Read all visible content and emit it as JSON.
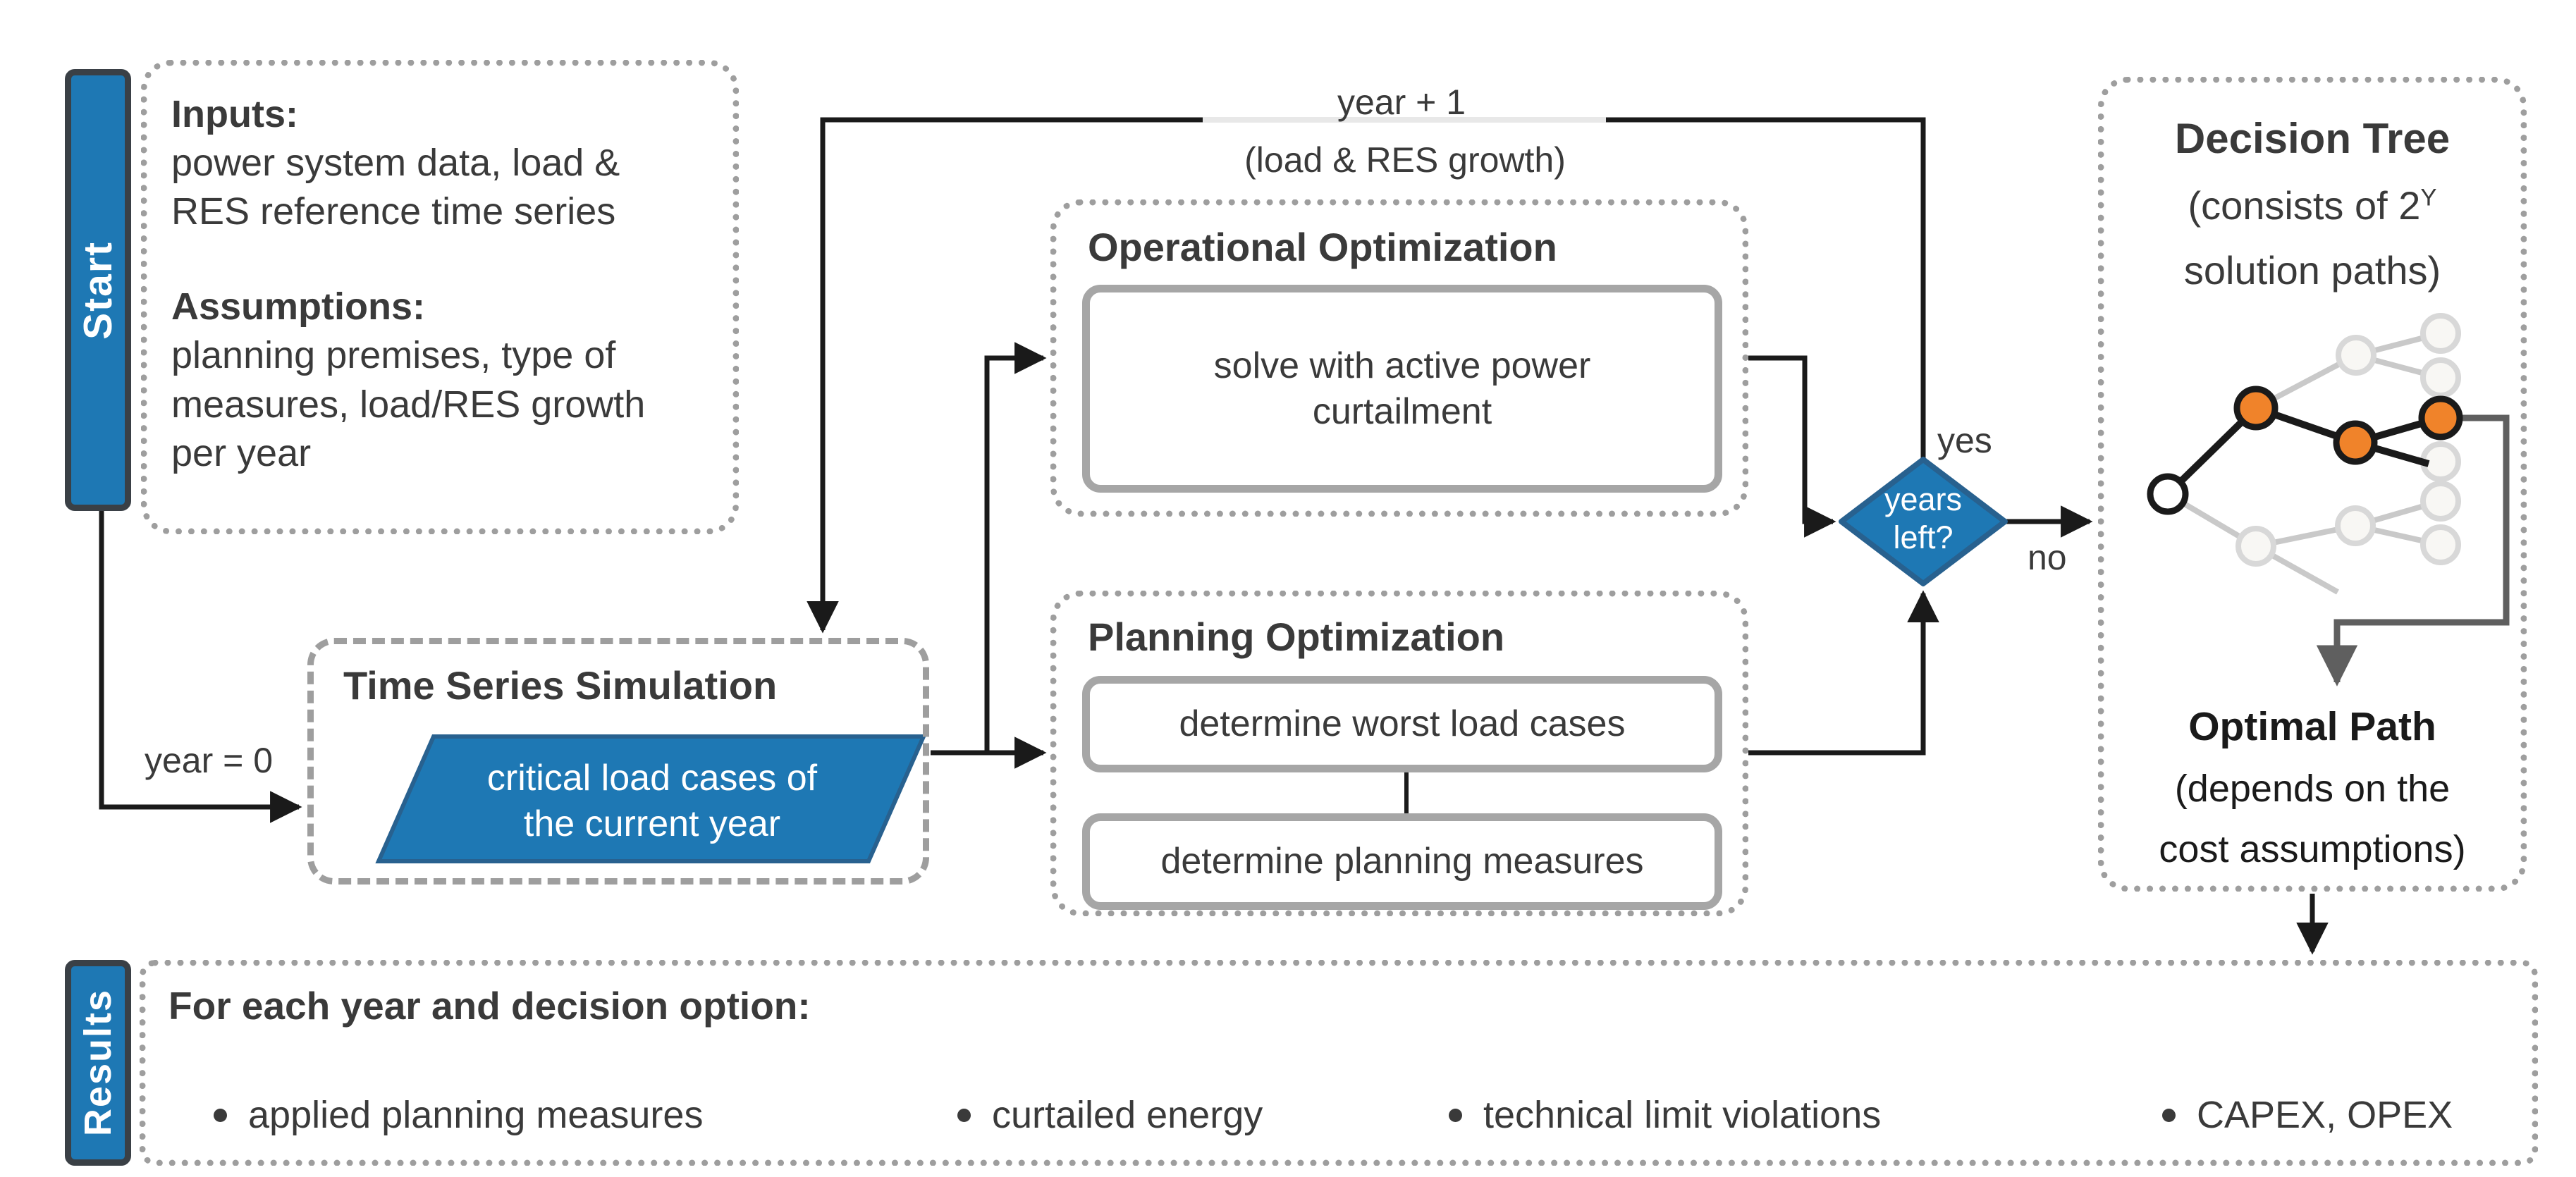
{
  "colors": {
    "blue": "#1E78B4",
    "blue_border": "#28618F",
    "bar_border": "#3A4046",
    "orange": "#F0832A",
    "line_black": "#1A1A1A",
    "dotted_gray": "#9E9E9E",
    "inner_box_gray": "#A6A6A6",
    "faded_node_fill": "#F8F7F4",
    "faded_node_stroke": "#D8D8D8",
    "light_edge": "#C9C9C9",
    "connector_gray": "#5F5F5F",
    "text": "#3A3A3A"
  },
  "start": {
    "label": "Start"
  },
  "inputs": {
    "heading1": "Inputs:",
    "body1": "power system data, load &\nRES reference time series",
    "heading2": "Assumptions:",
    "body2": "planning premises, type of\nmeasures, load/RES growth\nper year"
  },
  "flow": {
    "year_zero": "year = 0",
    "year_plus_one": "year + 1",
    "load_res_growth": "(load & RES growth)",
    "yes": "yes",
    "no": "no"
  },
  "tss": {
    "title": "Time Series Simulation",
    "data_label": "critical load cases of\nthe current year"
  },
  "operational": {
    "title": "Operational Optimization",
    "step": "solve with active power\ncurtailment"
  },
  "planning": {
    "title": "Planning Optimization",
    "step1": "determine worst load cases",
    "step2": "determine planning measures"
  },
  "decision": {
    "question": "years\nleft?"
  },
  "decision_tree": {
    "title": "Decision Tree",
    "subtitle_prefix": "(consists of 2",
    "subtitle_exp": "Y",
    "subtitle_line2": "solution paths)",
    "optimal_title": "Optimal Path",
    "optimal_subtitle": "(depends on the\ncost assumptions)"
  },
  "results": {
    "label": "Results",
    "heading": "For each year and decision option:",
    "bullets": [
      "applied planning measures",
      "curtailed energy",
      "technical limit violations",
      "CAPEX, OPEX"
    ]
  }
}
